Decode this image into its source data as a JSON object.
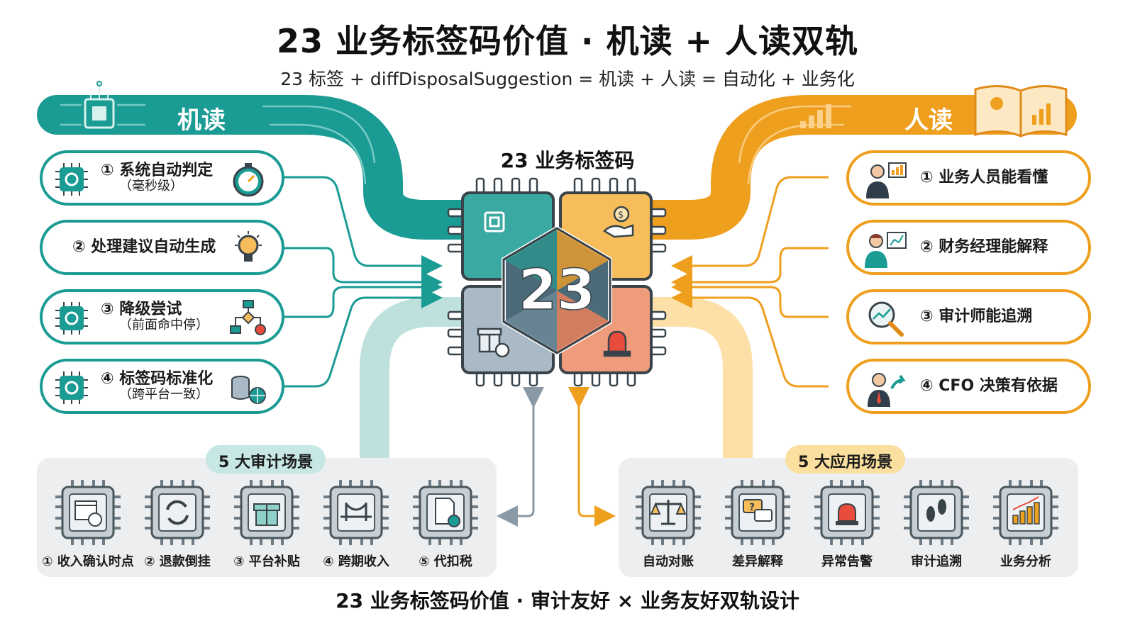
{
  "header": {
    "title": "23 业务标签码价值 · 机读 + 人读双轨",
    "subtitle": "23 标签 + diffDisposalSuggestion = 机读 + 人读 = 自动化 + 业务化"
  },
  "bands": {
    "machine": "机读",
    "human": "人读"
  },
  "core": {
    "title": "23 业务标签码",
    "number": "23"
  },
  "machine_items": [
    {
      "label": "① 系统自动判定",
      "sub": "（毫秒级）",
      "icon": "stopwatch-icon"
    },
    {
      "label": "② 处理建议自动生成",
      "sub": "",
      "icon": "lightbulb-icon"
    },
    {
      "label": "③ 降级尝试",
      "sub": "（前面命中停）",
      "icon": "flowchart-icon"
    },
    {
      "label": "④ 标签码标准化",
      "sub": "（跨平台一致）",
      "icon": "database-globe-icon"
    }
  ],
  "human_items": [
    {
      "label": "① 业务人员能看懂",
      "icon": "businessman-chart-icon"
    },
    {
      "label": "② 财务经理能解释",
      "icon": "manager-presenting-icon"
    },
    {
      "label": "③ 审计师能追溯",
      "icon": "magnifier-icon"
    },
    {
      "label": "④ CFO 决策有依据",
      "icon": "executive-arrow-icon"
    }
  ],
  "audit_scenes": {
    "title": "5 大审计场景",
    "items": [
      {
        "label": "① 收入确认时点",
        "icon": "calendar-clock-icon"
      },
      {
        "label": "② 退款倒挂",
        "icon": "refresh-icon"
      },
      {
        "label": "③ 平台补贴",
        "icon": "gift-icon"
      },
      {
        "label": "④ 跨期收入",
        "icon": "bridge-icon"
      },
      {
        "label": "⑤ 代扣税",
        "icon": "document-check-icon"
      }
    ]
  },
  "app_scenes": {
    "title": "5 大应用场景",
    "items": [
      {
        "label": "自动对账",
        "icon": "scales-icon"
      },
      {
        "label": "差异解释",
        "icon": "chat-question-icon"
      },
      {
        "label": "异常告警",
        "icon": "alarm-icon"
      },
      {
        "label": "审计追溯",
        "icon": "footprints-icon"
      },
      {
        "label": "业务分析",
        "icon": "bar-chart-icon"
      }
    ]
  },
  "footer": "23 业务标签码价值 · 审计友好 × 业务友好双轨设计",
  "colors": {
    "teal": "#1a9b94",
    "orange": "#ef9f1e",
    "light_teal": "#aed9d4",
    "light_orange": "#fad79a",
    "gray": "#7e8a94"
  }
}
